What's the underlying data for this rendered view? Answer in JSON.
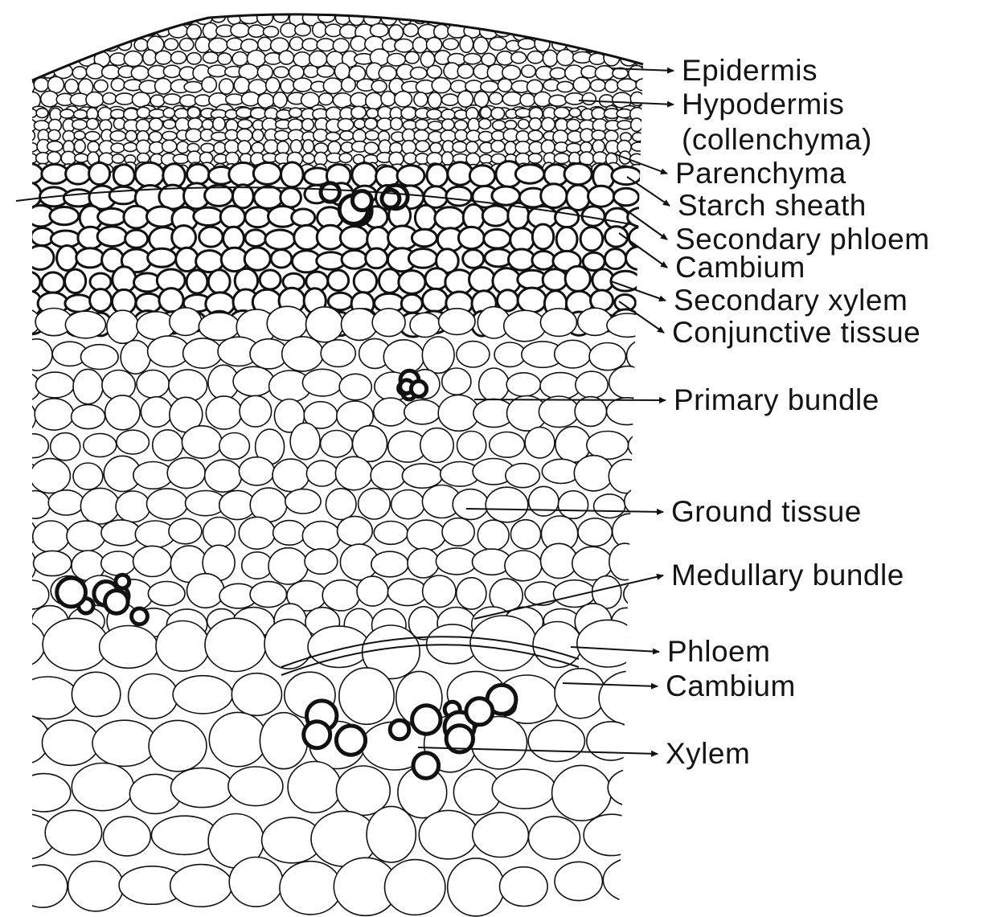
{
  "diagram": {
    "labels": [
      {
        "id": "epidermis",
        "lines": [
          "Epidermis"
        ]
      },
      {
        "id": "hypodermis",
        "lines": [
          "Hypodermis",
          "(collenchyma)"
        ]
      },
      {
        "id": "parenchyma",
        "lines": [
          "Parenchyma"
        ]
      },
      {
        "id": "starch-sheath",
        "lines": [
          "Starch sheath"
        ]
      },
      {
        "id": "secondary-phloem",
        "lines": [
          "Secondary phloem"
        ]
      },
      {
        "id": "cambium-outer",
        "lines": [
          "Cambium"
        ]
      },
      {
        "id": "secondary-xylem",
        "lines": [
          "Secondary xylem"
        ]
      },
      {
        "id": "conjunctive-tissue",
        "lines": [
          "Conjunctive tissue"
        ]
      },
      {
        "id": "primary-bundle",
        "lines": [
          "Primary bundle"
        ]
      },
      {
        "id": "ground-tissue",
        "lines": [
          "Ground tissue"
        ]
      },
      {
        "id": "medullary-bundle",
        "lines": [
          "Medullary bundle"
        ]
      },
      {
        "id": "phloem",
        "lines": [
          "Phloem"
        ]
      },
      {
        "id": "cambium-inner",
        "lines": [
          "Cambium"
        ]
      },
      {
        "id": "xylem",
        "lines": [
          "Xylem"
        ]
      }
    ]
  }
}
